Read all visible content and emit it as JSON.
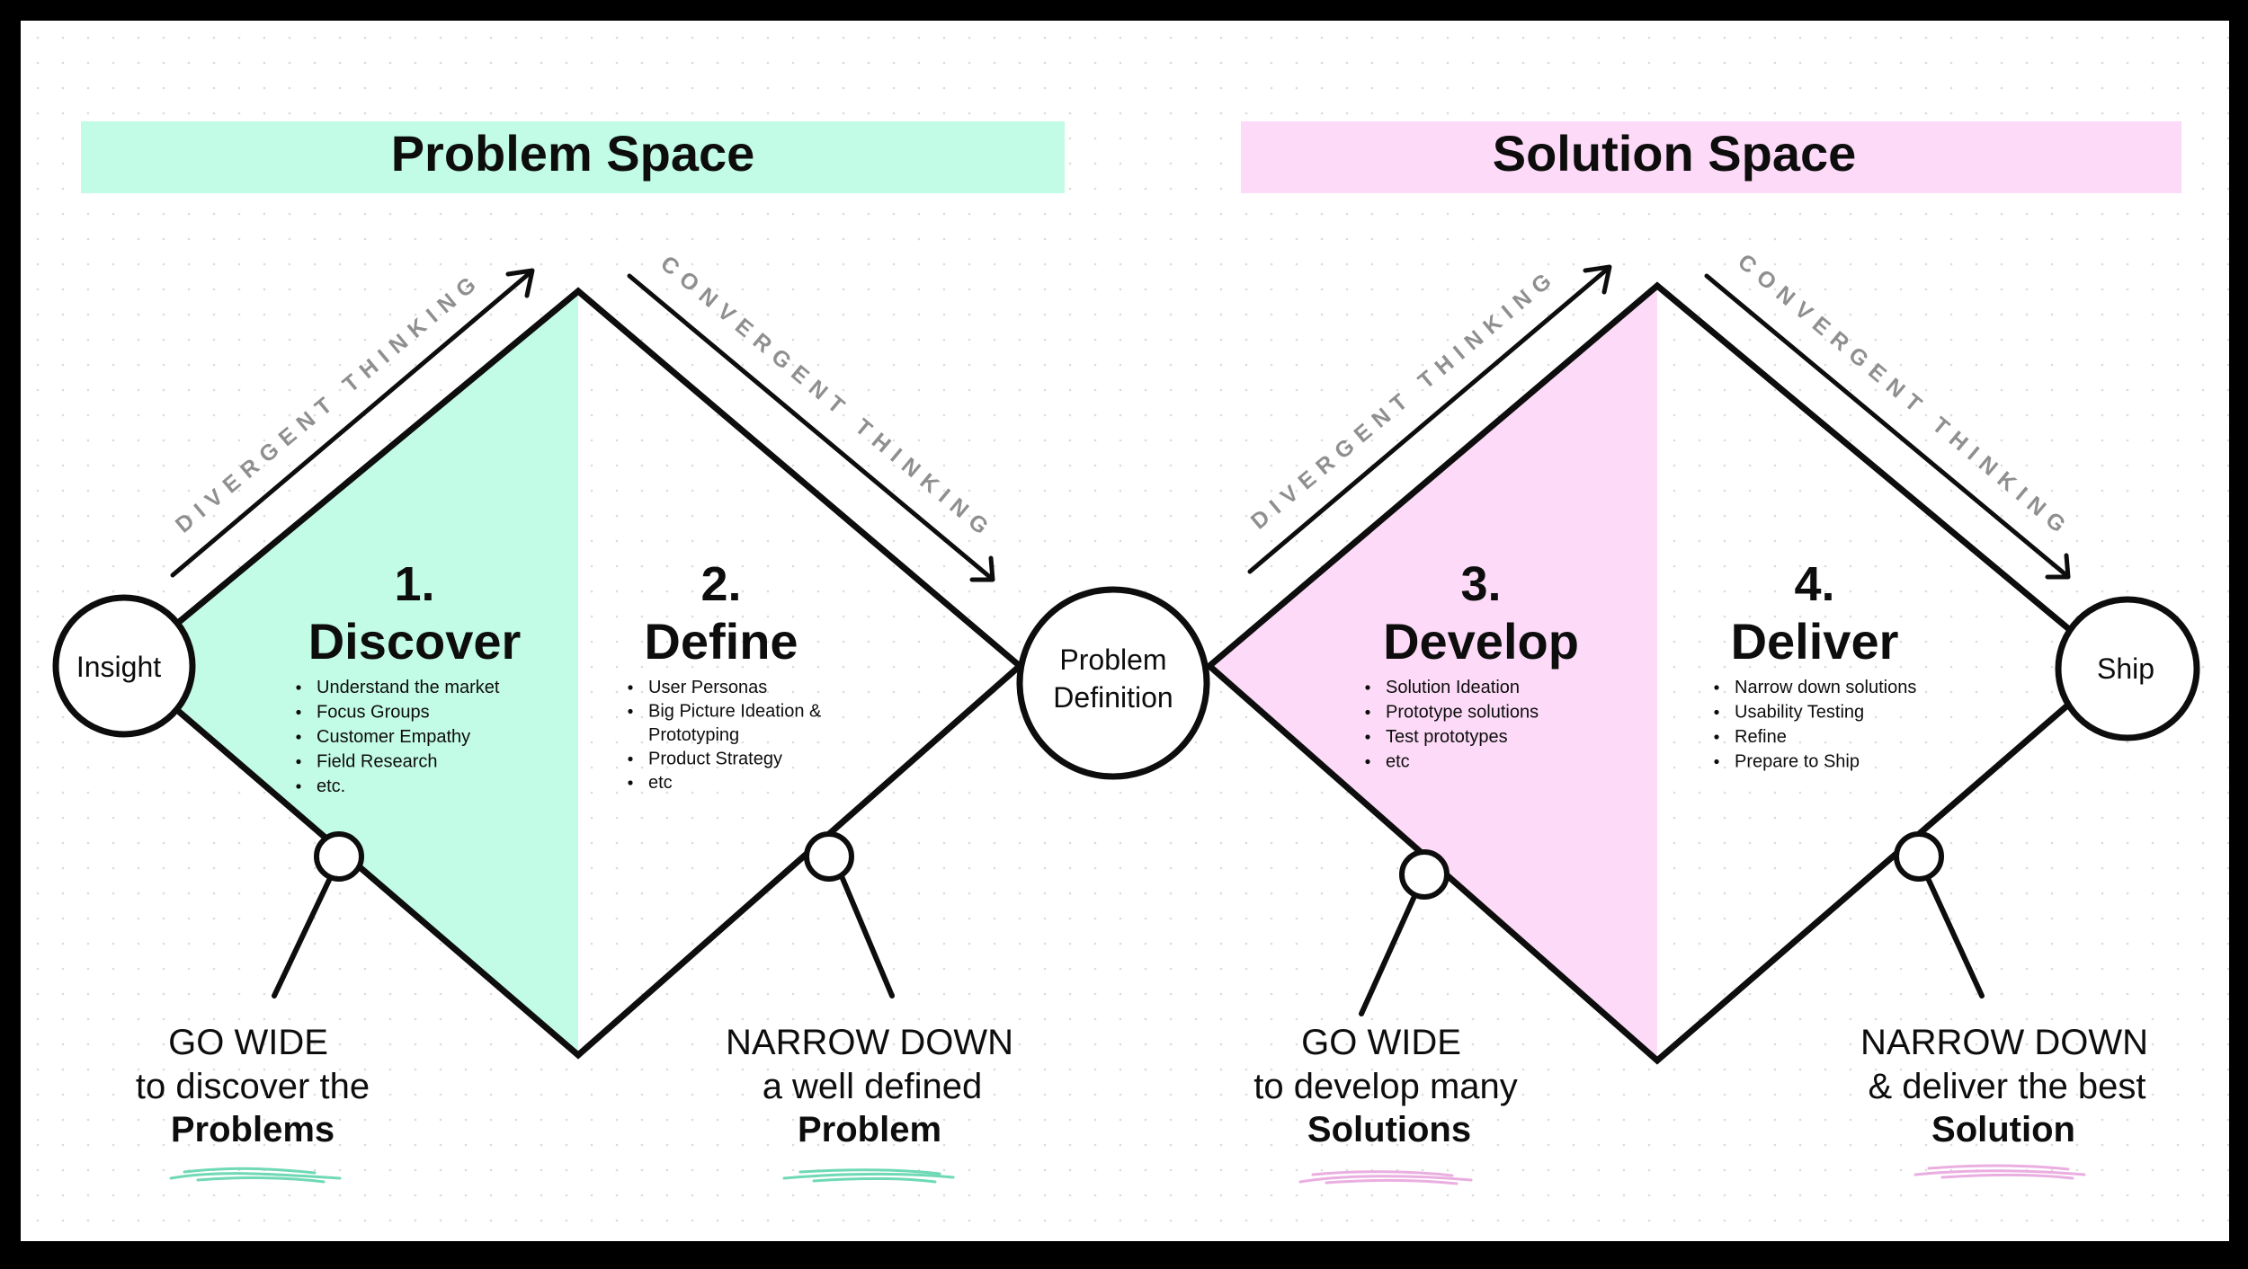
{
  "colors": {
    "problem": "#c2fbe6",
    "solution": "#fddaf7",
    "line": "#0d0d0d",
    "label_gray": "#8f8f8f",
    "underline_problem": "#6fd9b5",
    "underline_solution": "#eaaee0"
  },
  "headers": {
    "problem_space": "Problem Space",
    "solution_space": "Solution Space"
  },
  "arrows": {
    "divergent": "DIVERGENT THINKING",
    "convergent": "CONVERGENT THINKING"
  },
  "nodes": {
    "insight": "Insight",
    "problem_definition_line1": "Problem",
    "problem_definition_line2": "Definition",
    "ship": "Ship"
  },
  "phases": [
    {
      "number": "1.",
      "title": "Discover",
      "bullets": [
        "Understand the market",
        "Focus Groups",
        "Customer Empathy",
        "Field Research",
        "etc."
      ]
    },
    {
      "number": "2.",
      "title": "Define",
      "bullets": [
        "User Personas",
        "Big Picture Ideation &",
        "Prototyping",
        "Product Strategy",
        "etc"
      ]
    },
    {
      "number": "3.",
      "title": "Develop",
      "bullets": [
        "Solution Ideation",
        "Prototype solutions",
        "Test prototypes",
        "etc"
      ]
    },
    {
      "number": "4.",
      "title": "Deliver",
      "bullets": [
        "Narrow down solutions",
        "Usability Testing",
        "Refine",
        "Prepare to Ship"
      ]
    }
  ],
  "captions": [
    {
      "line1": "GO WIDE",
      "line2": "to discover the",
      "line3": "Problems"
    },
    {
      "line1": "NARROW DOWN",
      "line2": "a well defined",
      "line3": "Problem"
    },
    {
      "line1": "GO WIDE",
      "line2": "to develop many",
      "line3": "Solutions"
    },
    {
      "line1": "NARROW DOWN",
      "line2": "& deliver the best",
      "line3": "Solution"
    }
  ]
}
